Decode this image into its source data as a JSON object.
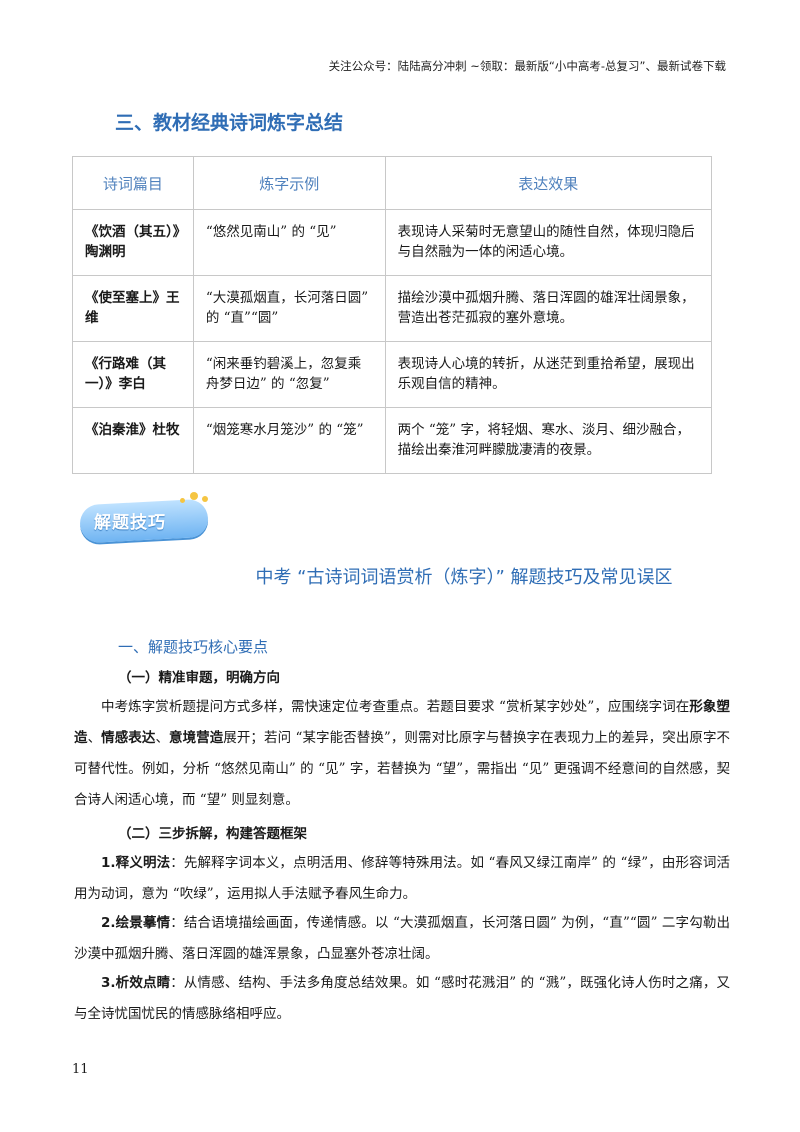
{
  "header_note": "关注公众号：陆陆高分冲刺 ~领取：最新版“小中高考-总复习”、最新试卷下载",
  "section3_title": "三、教材经典诗词炼字总结",
  "table": {
    "headers": [
      "诗词篇目",
      "炼字示例",
      "表达效果"
    ],
    "rows": [
      {
        "poem": "《饮酒（其五）》陶渊明",
        "example": "“悠然见南山” 的 “见”",
        "effect": "表现诗人采菊时无意望山的随性自然，体现归隐后与自然融为一体的闲适心境。"
      },
      {
        "poem": "《使至塞上》王维",
        "example": "“大漠孤烟直，长河落日圆” 的 “直”“圆”",
        "effect": "描绘沙漠中孤烟升腾、落日浑圆的雄浑壮阔景象，营造出苍茫孤寂的塞外意境。"
      },
      {
        "poem": "《行路难（其一）》李白",
        "example": "“闲来垂钓碧溪上，忽复乘舟梦日边” 的 “忽复”",
        "effect": "表现诗人心境的转折，从迷茫到重拾希望，展现出乐观自信的精神。"
      },
      {
        "poem": "《泊秦淮》杜牧",
        "example": "“烟笼寒水月笼沙” 的 “笼”",
        "effect": "两个 “笼” 字，将轻烟、寒水、淡月、细沙融合，描绘出秦淮河畔朦胧凄清的夜景。"
      }
    ]
  },
  "badge_label": "解题技巧",
  "main_title": "中考 “古诗词词语赏析（炼字）” 解题技巧及常见误区",
  "sub1": "一、解题技巧核心要点",
  "part1": {
    "heading": "（一）精准审题，明确方向",
    "p_a": "中考炼字赏析题提问方式多样，需快速定位考查重点。若题目要求 “赏析某字妙处”，应围绕字词在",
    "b1": "形象塑造",
    "s1": "、",
    "b2": "情感表达",
    "s2": "、",
    "b3": "意境营造",
    "p_b": "展开；若问 “某字能否替换”，则需对比原字与替换字在表现力上的差异，突出原字不可替代性。例如，分析 “悠然见南山” 的 “见” 字，若替换为 “望”，需指出 “见” 更强调不经意间的自然感，契合诗人闲适心境，而 “望” 则显刻意。"
  },
  "part2": {
    "heading": "（二）三步拆解，构建答题框架",
    "steps": [
      {
        "label": "1.释义明法",
        "text": "：先解释字词本义，点明活用、修辞等特殊用法。如 “春风又绿江南岸” 的 “绿”，由形容词活用为动词，意为 “吹绿”，运用拟人手法赋予春风生命力。"
      },
      {
        "label": "2.绘景摹情",
        "text": "：结合语境描绘画面，传递情感。以 “大漠孤烟直，长河落日圆” 为例，“直”“圆” 二字勾勒出沙漠中孤烟升腾、落日浑圆的雄浑景象，凸显塞外苍凉壮阔。"
      },
      {
        "label": "3.析效点睛",
        "text": "：从情感、结构、手法多角度总结效果。如 “感时花溅泪” 的 “溅”，既强化诗人伤时之痛，又与全诗忧国忧民的情感脉络相呼应。"
      }
    ]
  },
  "page_number": "11"
}
